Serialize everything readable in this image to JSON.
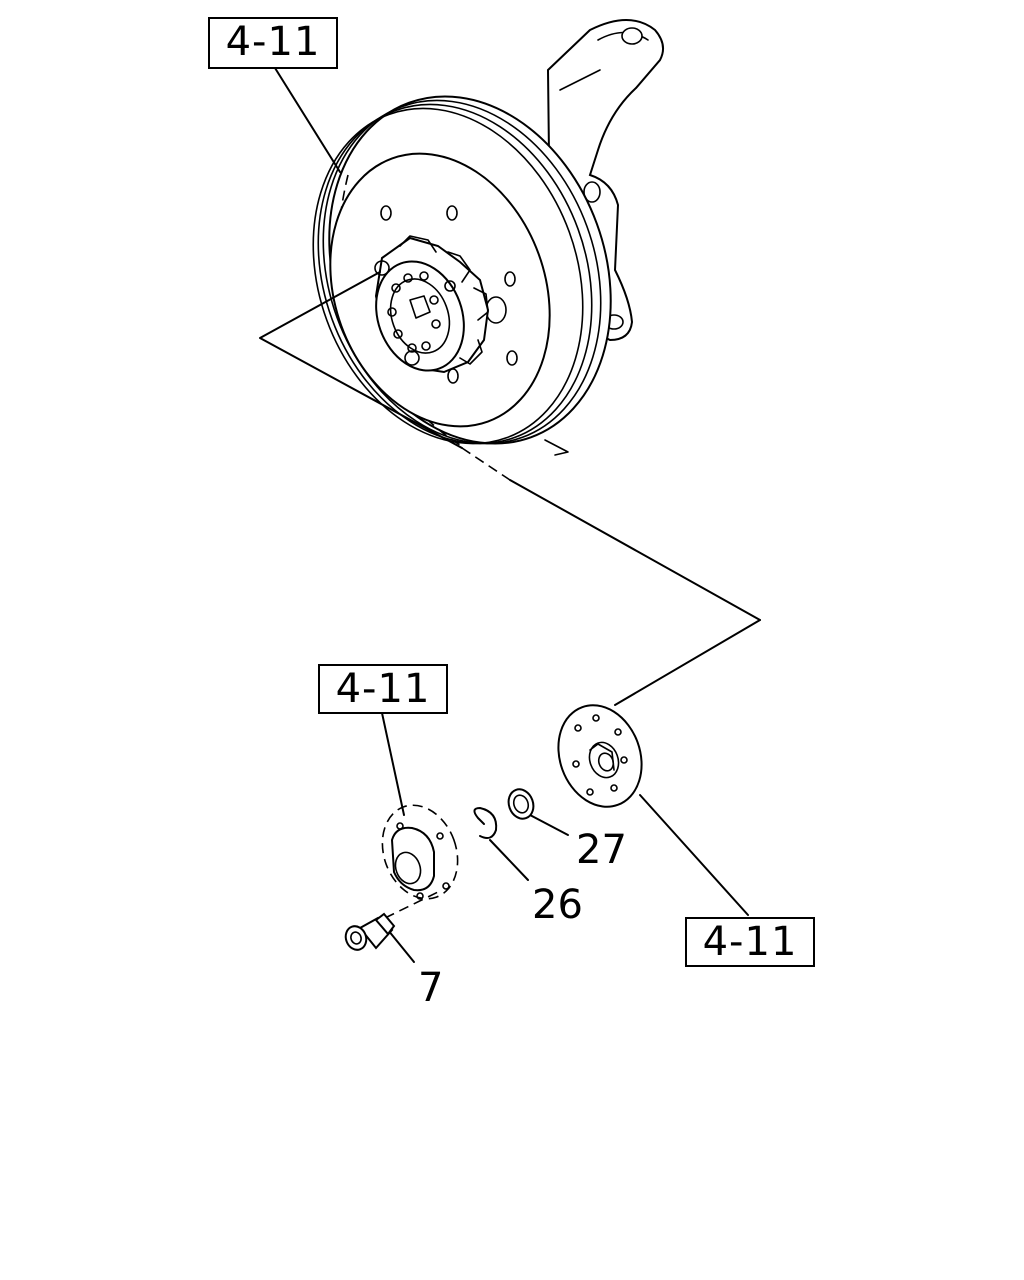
{
  "references": {
    "top": "4-11",
    "middle": "4-11",
    "right": "4-11"
  },
  "callouts": {
    "bolt": "7",
    "snap_ring": "26",
    "washer": "27"
  }
}
